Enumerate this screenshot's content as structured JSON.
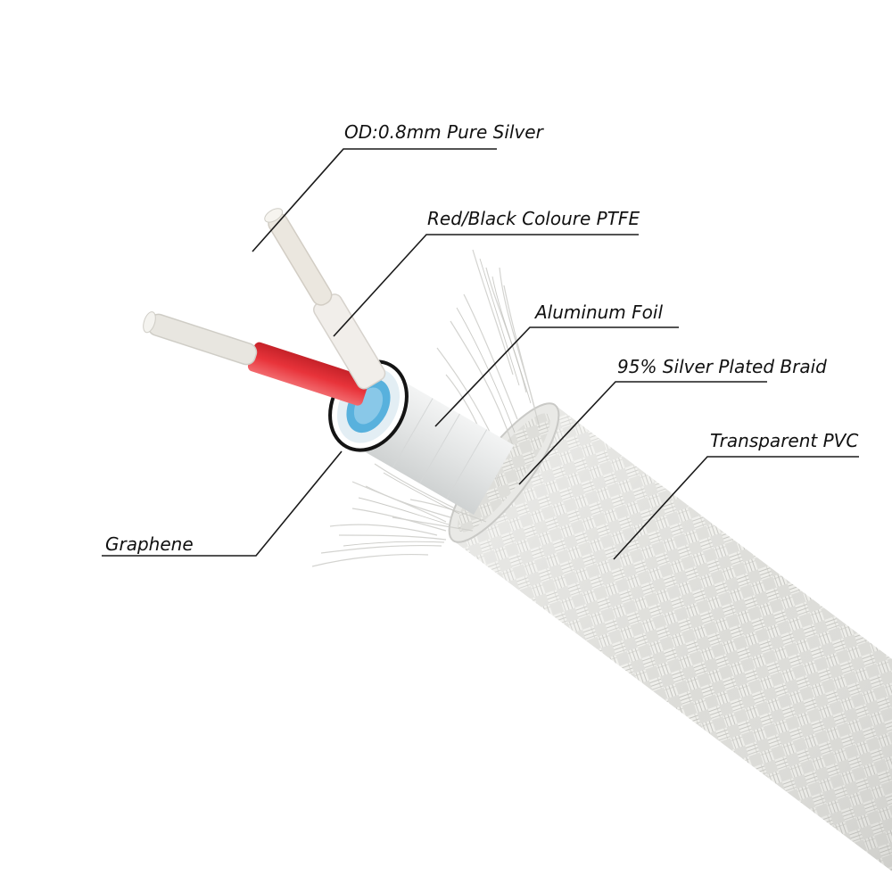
{
  "labels": {
    "conductor": "OD:0.8mm Pure Silver",
    "insulation": "Red/Black Coloure PTFE",
    "foil": "Aluminum Foil",
    "braid": "95% Silver Plated Braid",
    "jacket": "Transparent PVC",
    "graphene": "Graphene"
  },
  "colors": {
    "background": "#ffffff",
    "silver_wire": "#e8e6e0",
    "red_ptfe": "#e8333a",
    "clear_ptfe": "#f1eeea",
    "graphene_blue": "#3fa6d8",
    "foil": "#e4e6e6",
    "braid": "#d9d9d6",
    "jacket_edge": "#c9c9c6",
    "text": "#111111"
  }
}
